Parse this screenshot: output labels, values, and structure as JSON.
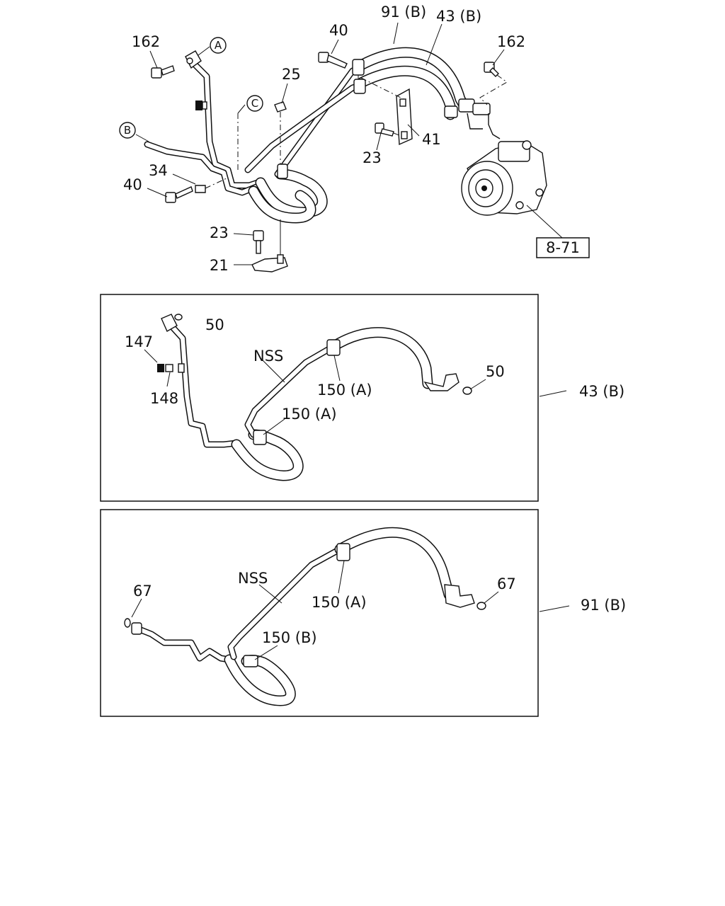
{
  "callouts": {
    "top": {
      "n162_left": "162",
      "circle_a": "A",
      "n40_top": "40",
      "n91b": "91 (B)",
      "n43b": "43 (B)",
      "n162_right": "162",
      "n25": "25",
      "circle_c": "C",
      "circle_b": "B",
      "n41": "41",
      "n23_mid": "23",
      "n34": "34",
      "n40_left": "40",
      "n23_low": "23",
      "n21": "21",
      "ref_8_71": "8-71"
    },
    "panel_43b": {
      "n50_top": "50",
      "n147": "147",
      "n148": "148",
      "nss": "NSS",
      "n150a_top": "150 (A)",
      "n150a_low": "150 (A)",
      "n50_right": "50",
      "panel_ref": "43 (B)"
    },
    "panel_91b": {
      "nss": "NSS",
      "n67_left": "67",
      "n150a": "150 (A)",
      "n67_right": "67",
      "n150b": "150 (B)",
      "panel_ref": "91 (B)"
    }
  }
}
